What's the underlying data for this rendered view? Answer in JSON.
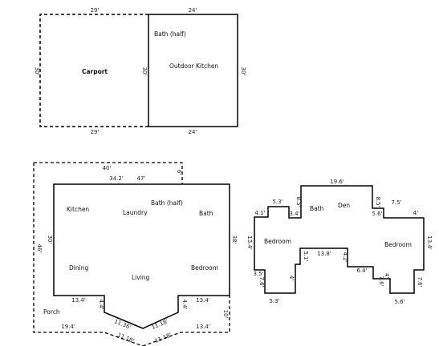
{
  "plan_top": {
    "carport": "Carport",
    "bath_half": "Bath (half)",
    "outdoor_kitchen": "Outdoor Kitchen",
    "dim_top_left": "29'",
    "dim_top_right": "24'",
    "dim_bottom_left": "29'",
    "dim_bottom_right": "24'",
    "dim_left": "30'",
    "dim_mid": "30'",
    "dim_right": "30'"
  },
  "plan_house": {
    "rooms": {
      "kitchen": "Kitchen",
      "laundry": "Laundry",
      "bath_half": "Bath (half)",
      "bath": "Bath",
      "dining": "Dining",
      "living": "Living",
      "bedroom": "Bedroom",
      "porch": "Porch"
    },
    "dims": {
      "outer_top": "40'",
      "inner_top_left": "34.2'",
      "inner_top_right": "47'",
      "jog": "6'",
      "left_outer": "46'",
      "left_inner": "30'",
      "right": "38'",
      "bottom_left_run": "13.4'",
      "bottom_left_step": "4.4'",
      "diag_left": "11.36'",
      "diag_right": "11.18'",
      "bottom_right_step": "4.4'",
      "bottom_right_run": "13.4'",
      "porch_bottom_left": "19.4'",
      "porch_diag_left": "11.18'",
      "porch_diag_right": "11.18'",
      "porch_bottom_right": "13.4'",
      "porch_right": "10'"
    }
  },
  "plan_wing": {
    "rooms": {
      "bath": "Bath",
      "den": "Den",
      "bedroom_left": "Bedroom",
      "bedroom_right": "Bedroom"
    },
    "dims": {
      "top": "19.6'",
      "left_step_top": "5.3'",
      "left_step_small": "4.1'",
      "left_riser": "8.5'",
      "left_inner": "3.4'",
      "right_riser": "8.5'",
      "right_inner": "5.6'",
      "right_step_top": "7.5'",
      "right_small": "4'",
      "left_side": "13.4'",
      "right_side": "13.4'",
      "inner_bottom": "13.8'",
      "inner_left": "5.1'",
      "inner_right": "4.2'",
      "notch_left_a": "3.5'",
      "notch_left_b": "7.6'",
      "notch_left_c": "4'",
      "notch_left_bottom": "5.3'",
      "notch_right_a": "6.4'",
      "notch_right_b": "7.6'",
      "notch_right_c": "4'",
      "notch_right_d": "7.6'",
      "notch_right_bottom": "5.6'"
    }
  }
}
